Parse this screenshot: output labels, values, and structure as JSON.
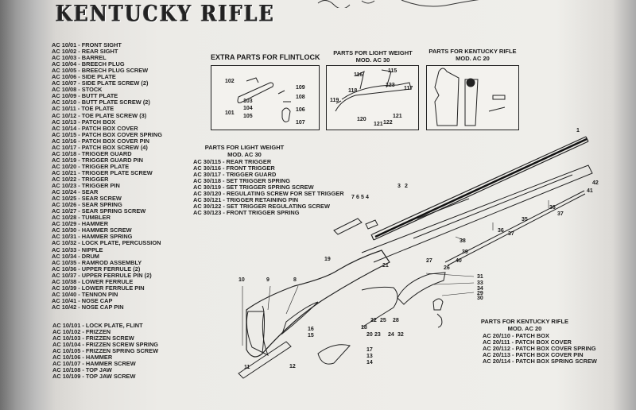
{
  "title": "KENTUCKY RIFLE",
  "parts_main": [
    "AC 10/01 - FRONT SIGHT",
    "AC 10/02 - REAR SIGHT",
    "AC 10/03 - BARREL",
    "AC 10/04 - BREECH PLUG",
    "AC 10/05 - BREECH PLUG SCREW",
    "AC 10/06 - SIDE PLATE",
    "AC 10/07 - SIDE PLATE SCREW (2)",
    "AC 10/08 - STOCK",
    "AC 10/09 - BUTT PLATE",
    "AC 10/10 - BUTT PLATE SCREW (2)",
    "AC 10/11 - TOE PLATE",
    "AC 10/12 - TOE PLATE SCREW (3)",
    "AC 10/13 - PATCH BOX",
    "AC 10/14 - PATCH BOX COVER",
    "AC 10/15 - PATCH BOX COVER SPRING",
    "AC 10/16 - PATCH BOX COVER PIN",
    "AC 10/17 - PATCH BOX SCREW (4)",
    "AC 10/18 - TRIGGER GUARD",
    "AC 10/19 - TRIGGER GUARD PIN",
    "AC 10/20 - TRIGGER PLATE",
    "AC 10/21 - TRIGGER PLATE SCREW",
    "AC 10/22 - TRIGGER",
    "AC 10/23 - TRIGGER PIN",
    "AC 10/24 - SEAR",
    "AC 10/25 - SEAR SCREW",
    "AC 10/26 - SEAR SPRING",
    "AC 10/27 - SEAR SPRING SCREW",
    "AC 10/28 - TUMBLER",
    "AC 10/29 - HAMMER",
    "AC 10/30 - HAMMER SCREW",
    "AC 10/31 - HAMMER SPRING",
    "AC 10/32 - LOCK PLATE, PERCUSSION",
    "AC 10/33 - NIPPLE",
    "AC 10/34 - DRUM",
    "AC 10/35 - RAMROD ASSEMBLY",
    "AC 10/36 - UPPER FERRULE (2)",
    "AC 10/37 - UPPER FERRULE PIN (2)",
    "AC 10/38 - LOWER FERRULE",
    "AC 10/39 - LOWER FERRULE PIN",
    "AC 10/40 - TENNON PIN",
    "AC 10/41 - NOSE CAP",
    "AC 10/42 - NOSE CAP PIN"
  ],
  "parts_flint": [
    "AC 10/101 - LOCK PLATE, FLINT",
    "AC 10/102 - FRIZZEN",
    "AC 10/103 - FRIZZEN SCREW",
    "AC 10/104 - FRIZZEN SCREW SPRING",
    "AC 10/105 - FRIZZEN SPRING SCREW",
    "AC 10/106 - HAMMER",
    "AC 10/107 - HAMMER SCREW",
    "AC 10/108 - TOP JAW",
    "AC 10/109 - TOP JAW SCREW"
  ],
  "light_weight": {
    "heading1": "PARTS FOR LIGHT WEIGHT",
    "heading2": "MOD. AC 30",
    "items": [
      "AC 30/115 - REAR TRIGGER",
      "AC 30/116 - FRONT TRIGGER",
      "AC 30/117 - TRIGGER GUARD",
      "AC 30/118 - SET TRIGGER SPRING",
      "AC 30/119 - SET TRIGGER SPRING SCREW",
      "AC 30/120 - REGULATING SCREW FOR SET TRIGGER",
      "AC 30/121 - TRIGGER RETAINING PIN",
      "AC 30/122 - SET TRIGGER REGULATING SCREW",
      "AC 30/123 - FRONT TRIGGER SPRING"
    ]
  },
  "kentucky": {
    "heading1": "PARTS FOR KENTUCKY RIFLE",
    "heading2": "MOD. AC 20",
    "items": [
      "AC 20/110 - PATCH BOX",
      "AC 20/111 - PATCH BOX COVER",
      "AC 20/112 - PATCH BOX COVER SPRING",
      "AC 20/113 - PATCH BOX COVER PIN",
      "AC 20/114 - PATCH BOX SPRING SCREW"
    ]
  },
  "boxes": {
    "flint_title": "EXTRA PARTS FOR FLINTLOCK",
    "light_title1": "PARTS FOR LIGHT WEIGHT",
    "light_title2": "MOD. AC 30",
    "kent_title1": "PARTS FOR KENTUCKY RIFLE",
    "kent_title2": "MOD. AC 20",
    "flint_callouts": [
      "102",
      "101",
      "103",
      "104",
      "105",
      "109",
      "108",
      "106",
      "107"
    ],
    "light_callouts": [
      "116",
      "115",
      "123",
      "117",
      "118",
      "119",
      "120",
      "121",
      "122",
      "121"
    ]
  },
  "diagram_callouts": [
    "3",
    "2",
    "7",
    "6",
    "5",
    "4",
    "38",
    "39",
    "40",
    "19",
    "27",
    "21",
    "26",
    "10",
    "9",
    "8",
    "31",
    "33",
    "34",
    "29",
    "30",
    "18",
    "22",
    "25",
    "28",
    "20",
    "23",
    "24",
    "32",
    "16",
    "15",
    "17",
    "13",
    "14",
    "11",
    "12",
    "1",
    "42",
    "41",
    "36",
    "37",
    "35",
    "36",
    "37"
  ]
}
